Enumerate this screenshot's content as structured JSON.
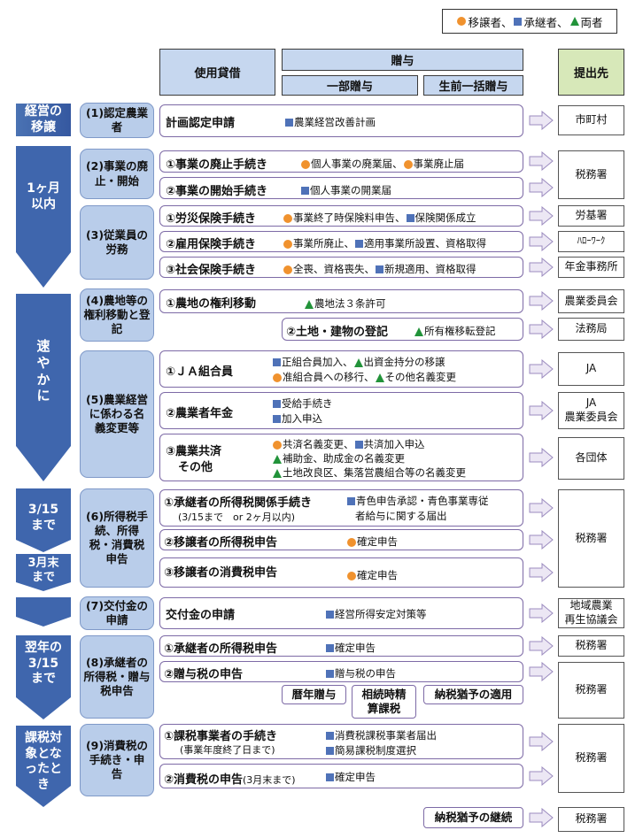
{
  "legend": {
    "transferor": "移譲者、",
    "successor": "承継者、",
    "both": "両者"
  },
  "header": {
    "lease": "使用貸借",
    "gift": "贈与",
    "partial_gift": "一部贈与",
    "lump_gift": "生前一括贈与",
    "submit_to": "提出先"
  },
  "timeline": {
    "business_transfer": "経営の移譲",
    "one_month": "1ヶ月以内",
    "promptly": "速やかに",
    "by_march15": "3/15まで",
    "by_end_march": "3月末まで",
    "by_next_march15": "翌年の3/15まで",
    "when_taxable": "課税対象となったとき"
  },
  "categories": {
    "c1": "(1)認定農業者",
    "c2": "(2)事業の廃止・開始",
    "c3": "(3)従業員の労務",
    "c4": "(4)農地等の権利移動と登記",
    "c5": "(5)農業経営に係わる名義変更等",
    "c6": "(6)所得税手続、所得税・消費税申告",
    "c7": "(7)交付金の申請",
    "c8": "(8)承継者の所得税・贈与税申告",
    "c9": "(9)消費税の手続き・申告"
  },
  "rows": {
    "r1": {
      "title": "計画認定申請",
      "n1": "農業経営改善計画",
      "dest": "市町村"
    },
    "r2a": {
      "title": "①事業の廃止手続き",
      "n1": "個人事業の廃業届、",
      "n2": "事業廃止届"
    },
    "r2b": {
      "title": "②事業の開始手続き",
      "n1": "個人事業の開業届"
    },
    "r2dest": "税務署",
    "r3a": {
      "title": "①労災保険手続き",
      "n1": "事業終了時保険料申告、",
      "n2": "保険関係成立",
      "dest": "労基署"
    },
    "r3b": {
      "title": "②雇用保険手続き",
      "n1": "事業所廃止、",
      "n2": "適用事業所設置、資格取得",
      "dest": "ﾊﾛｰﾜｰｸ"
    },
    "r3c": {
      "title": "③社会保険手続き",
      "n1": "全喪、資格喪失、",
      "n2": "新規適用、資格取得",
      "dest": "年金事務所"
    },
    "r4a": {
      "title": "①農地の権利移動",
      "n1": "農地法３条許可",
      "dest": "農業委員会"
    },
    "r4b": {
      "title": "②土地・建物の登記",
      "n1": "所有権移転登記",
      "dest": "法務局"
    },
    "r5a": {
      "title": "①ＪＡ組合員",
      "n1": "正組合員加入、",
      "n2": "出資金持分の移譲",
      "n3": "准組合員への移行、",
      "n4": "その他名義変更",
      "dest": "JA"
    },
    "r5b": {
      "title": "②農業者年金",
      "n1": "受給手続き",
      "n2": "加入申込",
      "dest1": "JA",
      "dest2": "農業委員会"
    },
    "r5c": {
      "title1": "③農業共済",
      "title2": "その他",
      "n1": "共済名義変更、",
      "n2": "共済加入申込",
      "n3": "補助金、助成金の名義変更",
      "n4": "土地改良区、集落営農組合等の名義変更",
      "dest": "各団体"
    },
    "r6a": {
      "title": "①承継者の所得税関係手続き",
      "sub": "(3/15まで　or 2ヶ月以内)",
      "n1": "青色申告承認・青色事業専従",
      "n2": "者給与に関する届出"
    },
    "r6b": {
      "title": "②移譲者の所得税申告",
      "n1": "確定申告"
    },
    "r6c": {
      "title": "③移譲者の消費税申告",
      "n1": "確定申告"
    },
    "r6dest": "税務署",
    "r7": {
      "title": "交付金の申請",
      "n1": "経営所得安定対策等",
      "dest1": "地域農業",
      "dest2": "再生協議会"
    },
    "r8a": {
      "title": "①承継者の所得税申告",
      "n1": "確定申告",
      "dest": "税務署"
    },
    "r8b": {
      "title": "②贈与税の申告",
      "n1": "贈与税の申告",
      "tag1": "暦年贈与",
      "tag2a": "相続時精",
      "tag2b": "算課税",
      "tag3": "納税猶予の適用",
      "dest": "税務署"
    },
    "r9a": {
      "title": "①課税事業者の手続き",
      "sub": "(事業年度終了日まで)",
      "n1": "消費税課税事業者届出",
      "n2": "簡易課税制度選択"
    },
    "r9b": {
      "title": "②消費税の申告",
      "sub": "(3月末まで)",
      "n1": "確定申告"
    },
    "r9dest": "税務署",
    "r10": {
      "tag": "納税猶予の継続",
      "dest": "税務署"
    }
  }
}
